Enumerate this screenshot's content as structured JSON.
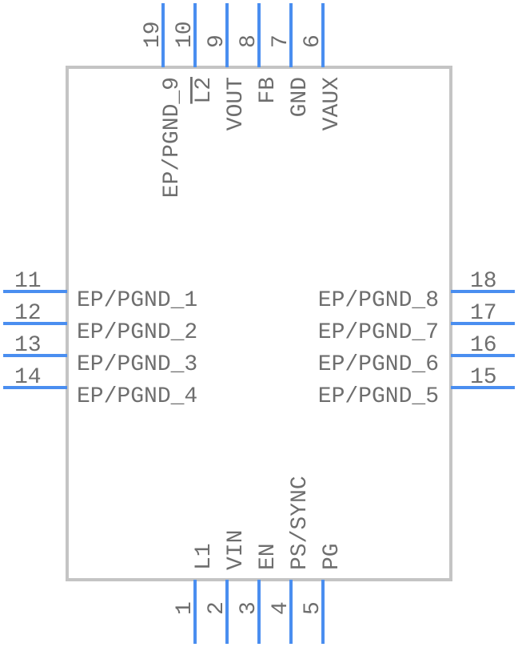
{
  "component": {
    "colors": {
      "pin": "#4a8ef0",
      "body_outline": "#c4c4c4",
      "text": "#6e6e6e"
    },
    "top_pins": [
      {
        "number": "19",
        "name": "EP/PGND_9"
      },
      {
        "number": "10",
        "name": "L2",
        "overbar": true
      },
      {
        "number": "9",
        "name": "VOUT"
      },
      {
        "number": "8",
        "name": "FB"
      },
      {
        "number": "7",
        "name": "GND"
      },
      {
        "number": "6",
        "name": "VAUX"
      }
    ],
    "left_pins": [
      {
        "number": "11",
        "name": "EP/PGND_1"
      },
      {
        "number": "12",
        "name": "EP/PGND_2"
      },
      {
        "number": "13",
        "name": "EP/PGND_3"
      },
      {
        "number": "14",
        "name": "EP/PGND_4"
      }
    ],
    "right_pins": [
      {
        "number": "18",
        "name": "EP/PGND_8"
      },
      {
        "number": "17",
        "name": "EP/PGND_7"
      },
      {
        "number": "16",
        "name": "EP/PGND_6"
      },
      {
        "number": "15",
        "name": "EP/PGND_5"
      }
    ],
    "bottom_pins": [
      {
        "number": "1",
        "name": "L1"
      },
      {
        "number": "2",
        "name": "VIN"
      },
      {
        "number": "3",
        "name": "EN"
      },
      {
        "number": "4",
        "name": "PS/SYNC"
      },
      {
        "number": "5",
        "name": "PG"
      }
    ]
  }
}
